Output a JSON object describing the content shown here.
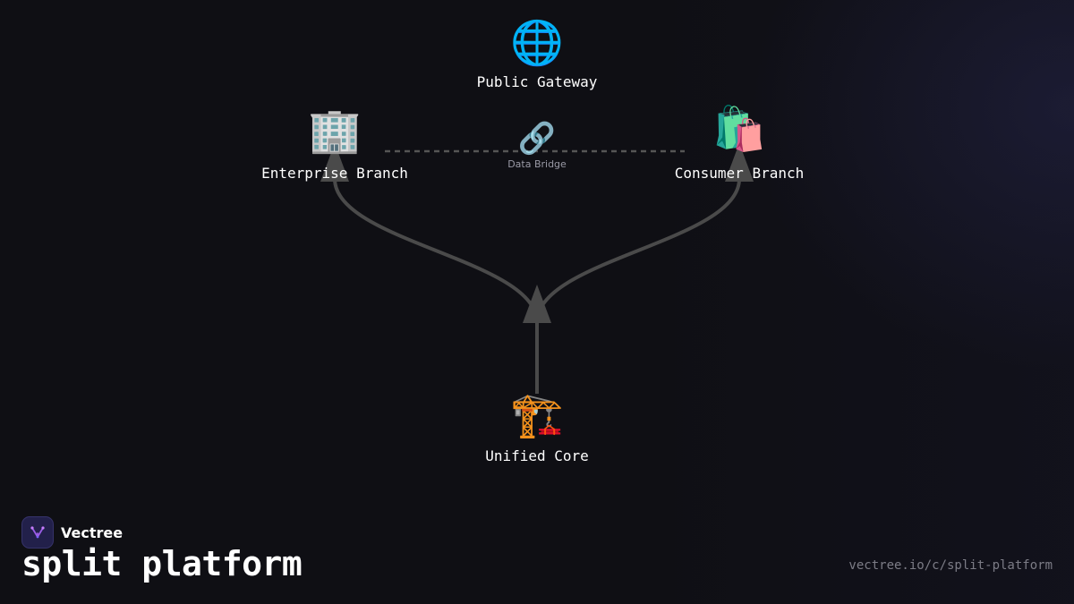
{
  "diagram": {
    "nodes": {
      "gateway": {
        "icon": "🌐",
        "icon_name": "globe-icon",
        "label": "Public Gateway"
      },
      "enterprise": {
        "icon": "🏢",
        "icon_name": "office-building-icon",
        "label": "Enterprise Branch"
      },
      "consumer": {
        "icon": "🛍️",
        "icon_name": "shopping-bags-icon",
        "label": "Consumer Branch"
      },
      "core": {
        "icon": "🏗️",
        "icon_name": "construction-crane-icon",
        "label": "Unified Core"
      }
    },
    "bridge": {
      "icon": "🔗",
      "icon_name": "link-icon",
      "label": "Data Bridge"
    },
    "edges": [
      {
        "from": "core",
        "to": "enterprise",
        "style": "solid"
      },
      {
        "from": "core",
        "to": "consumer",
        "style": "solid"
      },
      {
        "from": "enterprise",
        "to": "consumer",
        "style": "dashed"
      }
    ]
  },
  "brand": {
    "name": "Vectree",
    "logo_icon": "vectree-logo-icon"
  },
  "page": {
    "title": "split platform",
    "url": "vectree.io/c/split-platform"
  },
  "colors": {
    "background": "#0f0f14",
    "edge": "#4a4a4a",
    "dashed_edge": "#555555",
    "text": "#ffffff",
    "muted_text": "#7c7c86",
    "logo_bg": "#22204a",
    "logo_accent": "#9b5de5"
  }
}
